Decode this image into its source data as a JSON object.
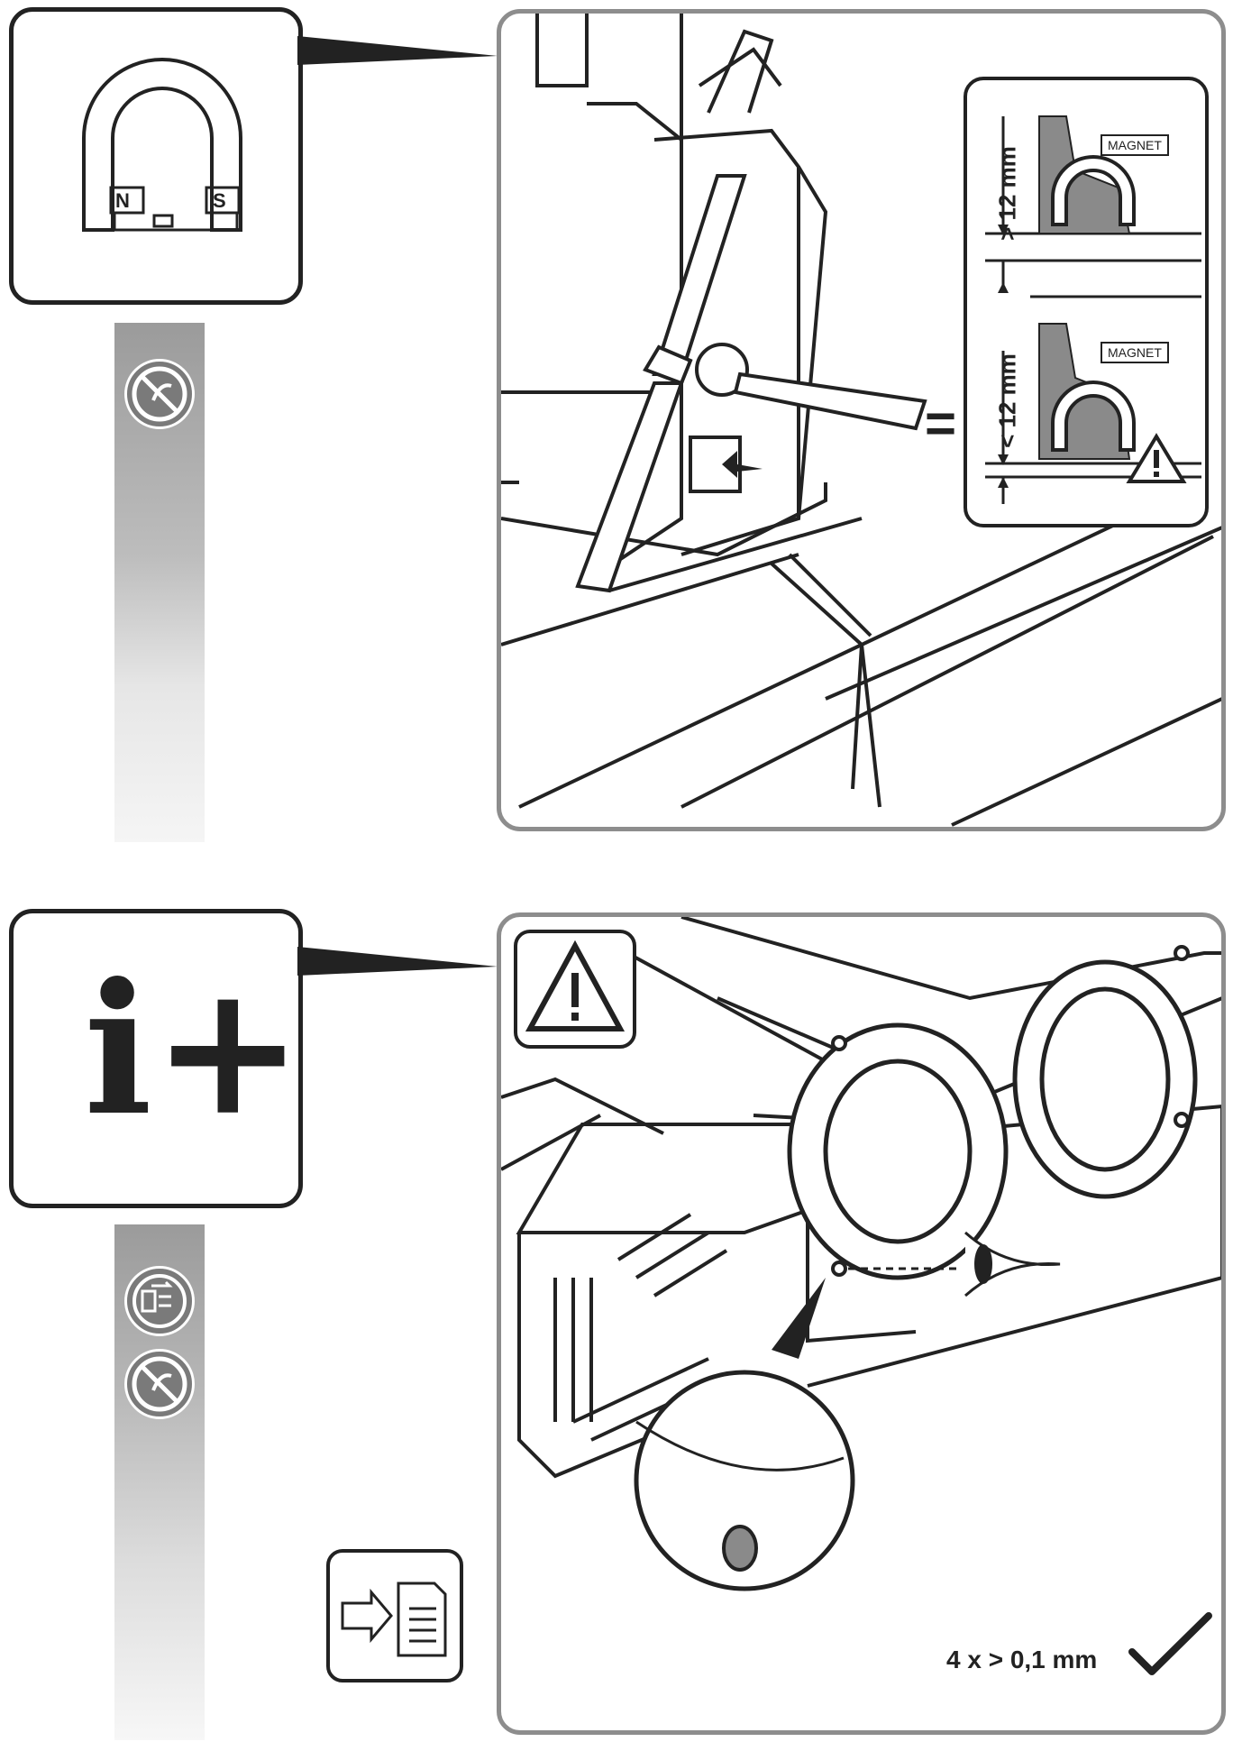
{
  "section_top": {
    "symbol": {
      "icon": "horseshoe-magnet-icon",
      "pole_north": "N",
      "pole_south": "S"
    },
    "strip_icons": [
      "no-magnetic-field-icon"
    ],
    "detail_inset": {
      "upper": {
        "tag": "MAGNET",
        "measure": "> 12 mm"
      },
      "lower": {
        "tag": "MAGNET",
        "measure": "< 12 mm"
      },
      "equals_sign": "="
    }
  },
  "section_bottom": {
    "symbol": {
      "icon": "info-plus-icon",
      "text": "i+"
    },
    "strip_icons": [
      "unplug-mains-icon",
      "no-magnetic-field-icon"
    ],
    "doc_icon": "see-document-icon",
    "warning_icon": "warning-triangle-icon",
    "tolerance": {
      "text": "4 x > 0,1 mm",
      "status_icon": "check-mark-icon"
    }
  }
}
